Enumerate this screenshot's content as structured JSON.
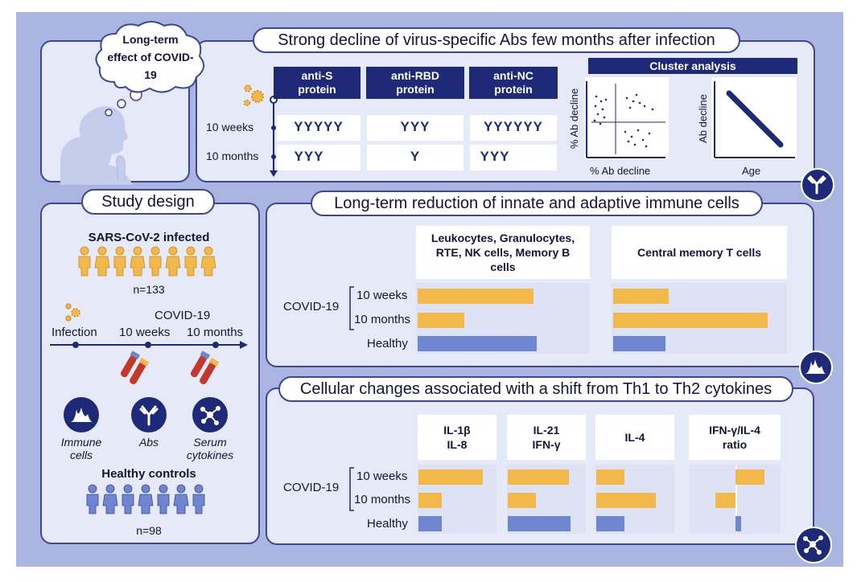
{
  "title_cloud": "Long-term effect of COVID-19",
  "top": {
    "title": "Strong decline of virus-specific Abs few months after infection",
    "antibodies": [
      {
        "label": "anti-S protein",
        "w10": "YYYYY",
        "m10": "YYY"
      },
      {
        "label": "anti-RBD protein",
        "w10": "YYY",
        "m10": "Y"
      },
      {
        "label": "anti-NC protein",
        "w10": "YYYYYY",
        "m10": "YYY"
      }
    ],
    "rows": [
      "10 weeks",
      "10 months"
    ],
    "cluster_title": "Cluster analysis",
    "scatter_ylabel": "% Ab decline",
    "scatter_xlabel": "% Ab decline",
    "age_ylabel": "Ab decline",
    "age_xlabel": "Age"
  },
  "study": {
    "title": "Study design",
    "infected_label": "SARS-CoV-2 infected",
    "infected_n": "n=133",
    "covid_label": "COVID-19",
    "timeline": [
      "Infection",
      "10 weeks",
      "10 months"
    ],
    "icons": [
      {
        "name": "Immune cells",
        "icon": "histogram-icon"
      },
      {
        "name": "Abs",
        "icon": "antibody-icon"
      },
      {
        "name": "Serum cytokines",
        "icon": "network-icon"
      }
    ],
    "healthy_label": "Healthy controls",
    "healthy_n": "n=98"
  },
  "immune": {
    "title": "Long-term reduction of innate and adaptive immune cells",
    "group_label": "COVID-19",
    "rows": [
      "10 weeks",
      "10 months",
      "Healthy"
    ],
    "columns": [
      {
        "header": "Leukocytes, Granulocytes, RTE, NK cells, Memory B cells",
        "values": [
          0.8,
          0.32,
          0.82
        ]
      },
      {
        "header": "Central memory T cells",
        "values": [
          0.36,
          1.0,
          0.34
        ]
      }
    ]
  },
  "cytokines": {
    "title": "Cellular changes associated with a shift from Th1 to Th2 cytokines",
    "group_label": "COVID-19",
    "rows": [
      "10 weeks",
      "10 months",
      "Healthy"
    ],
    "columns": [
      {
        "header1": "IL-1β",
        "header2": "IL-8",
        "values": [
          0.82,
          0.3,
          0.3
        ]
      },
      {
        "header1": "IL-21",
        "header2": "IFN-γ",
        "values": [
          0.78,
          0.36,
          0.8
        ]
      },
      {
        "header1": "IL-4",
        "header2": "",
        "values": [
          0.36,
          0.76,
          0.36
        ]
      },
      {
        "header1": "IFN-γ/IL-4",
        "header2": "ratio",
        "values": [
          0.4,
          -0.28,
          0.08
        ]
      }
    ]
  },
  "colors": {
    "navy": "#1e2a78",
    "orange": "#f2b84a",
    "blue": "#6d86cf",
    "panel": "#e6eaf8",
    "background": "#aab5e1"
  }
}
